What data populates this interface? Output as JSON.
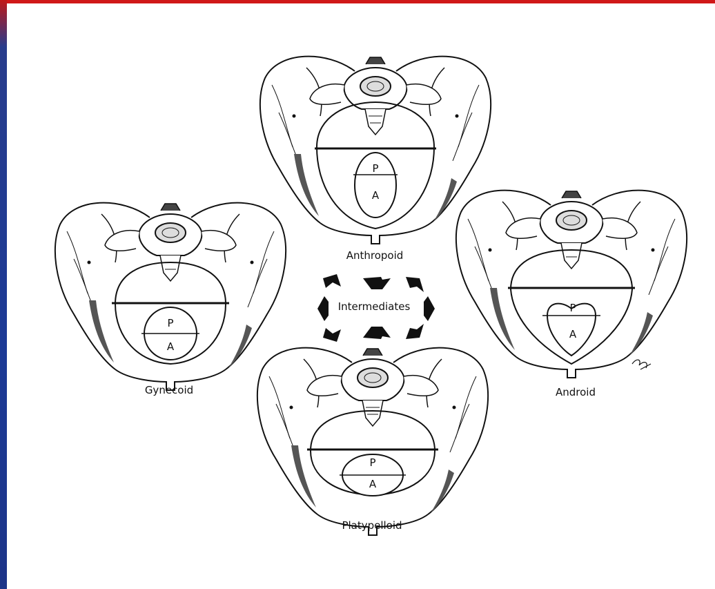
{
  "figure": {
    "types": {
      "anthropoid": {
        "label": "Anthropoid",
        "posterior": "P",
        "anterior": "A"
      },
      "gynecoid": {
        "label": "Gynecoid",
        "posterior": "P",
        "anterior": "A"
      },
      "android": {
        "label": "Android",
        "posterior": "P",
        "anterior": "A"
      },
      "platypelloid": {
        "label": "Platypelloid",
        "posterior": "P",
        "anterior": "A"
      }
    },
    "center_label": "Intermediates"
  },
  "colors": {
    "border_top": "#d01818",
    "border_left": "#1c3a96",
    "ink": "#111111"
  }
}
